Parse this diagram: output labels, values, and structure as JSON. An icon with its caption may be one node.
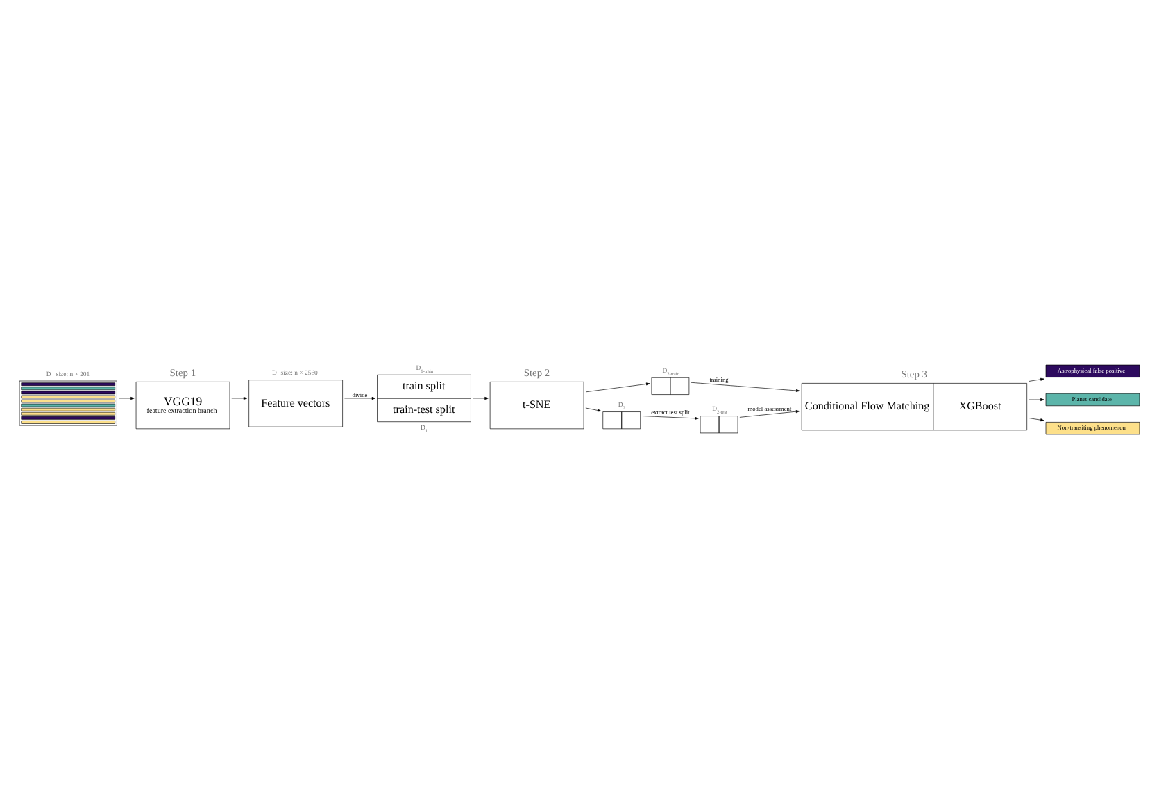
{
  "diagram": {
    "nodes": [
      {
        "text": [],
        "shape": "picture",
        "beside": [
          "D   size: n × 201"
        ]
      },
      {
        "text": [
          "Step 1",
          "VGG19",
          "feature extraction branch"
        ]
      },
      {
        "text": [
          "Feature vectors"
        ],
        "beside": [
          "D$_{1}$  size: n × 2560"
        ]
      },
      {
        "text": [
          "train split",
          "train-test split"
        ],
        "beside": [
          "D$_{1-train}$",
          "D$_{1}$"
        ]
      },
      {
        "text": [
          "Step 2",
          "t-SNE"
        ]
      },
      {
        "text": [],
        "shape": "box",
        "beside": [
          "D$_{2-train}$"
        ]
      },
      {
        "text": [],
        "shape": "box",
        "beside": [
          "D$_{2}$"
        ]
      },
      {
        "text": [],
        "shape": "box",
        "beside": [
          "D$_{2-test}$"
        ]
      },
      {
        "text": [
          "Step 3",
          "Conditional Flow Matching",
          "XGBoost"
        ]
      },
      {
        "text": [
          "Astrophysical false positive"
        ]
      },
      {
        "text": [
          "Planet candidate"
        ]
      },
      {
        "text": [
          "Non-transiting phenomenon"
        ]
      }
    ],
    "edges": [
      {
        "from": 0,
        "to": 1,
        "arrow": "to"
      },
      {
        "from": 1,
        "to": 2,
        "arrow": "to"
      },
      {
        "from": 2,
        "to": 3,
        "arrow": "to",
        "label": "divide"
      },
      {
        "from": 3,
        "to": 4,
        "arrow": "to"
      },
      {
        "from": 4,
        "to": 5,
        "arrow": "to"
      },
      {
        "from": 4,
        "to": 6,
        "arrow": "to"
      },
      {
        "from": 5,
        "to": 8,
        "arrow": "to",
        "label": "training"
      },
      {
        "from": 6,
        "to": 7,
        "arrow": "to",
        "label": "extract test split"
      },
      {
        "from": 7,
        "to": 8,
        "arrow": "to",
        "label": "model assessment"
      },
      {
        "from": 8,
        "to": 9,
        "arrow": "to"
      },
      {
        "from": 8,
        "to": 10,
        "arrow": "to"
      },
      {
        "from": 8,
        "to": 11,
        "arrow": "to"
      }
    ]
  }
}
